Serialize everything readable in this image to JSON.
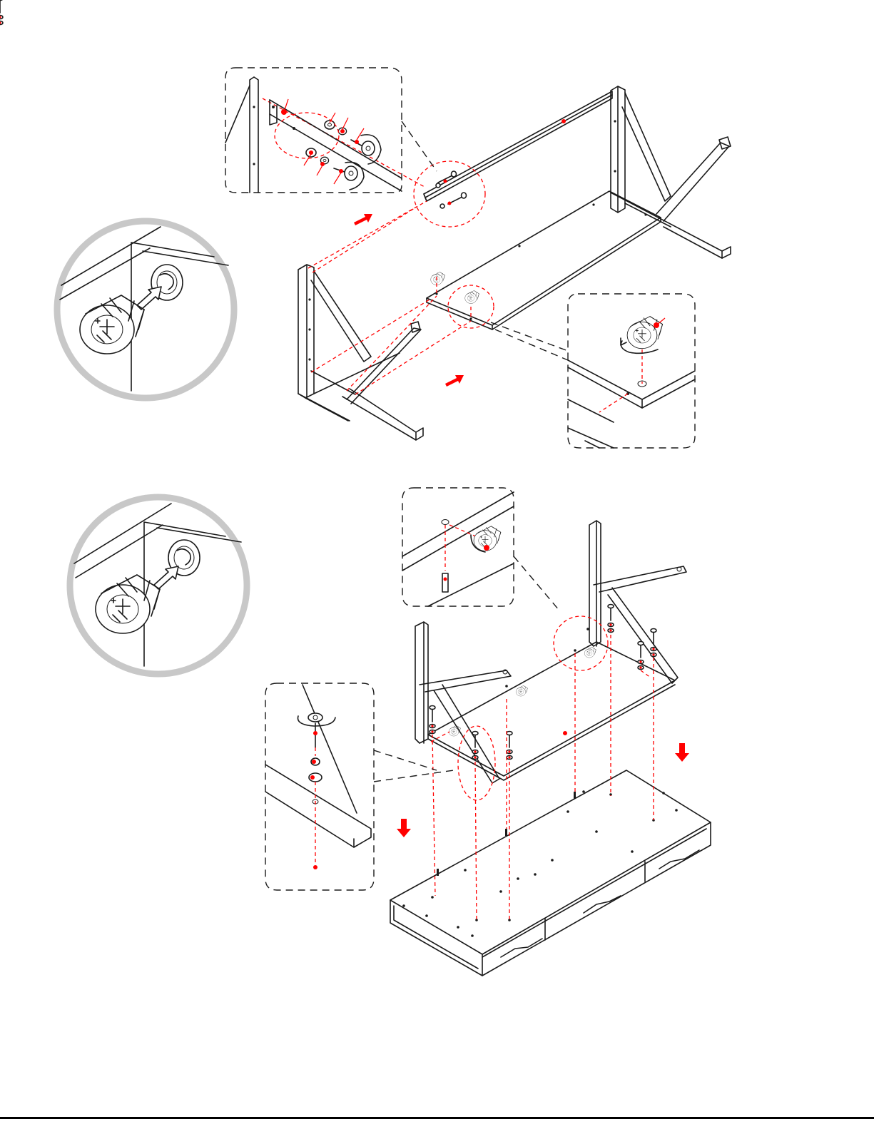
{
  "figure": {
    "kind": "assembly-instructions",
    "ink_color": "#1a1a1a",
    "accent_color": "#ff0000",
    "magnifier_ring_color": "#c8c8c8"
  },
  "steps": [
    {
      "components": [
        "left-frame",
        "right-frame",
        "front-rail",
        "back-panel",
        "cam-lock",
        "bolts",
        "washers"
      ],
      "callouts": [
        "rail-bolt-detail",
        "cam-lock-panel-detail"
      ],
      "magnifier": "cam-lock-insert",
      "direction_arrows": 2
    },
    {
      "components": [
        "frame-assembly",
        "desktop",
        "drawers",
        "bolts",
        "cam-lock"
      ],
      "callouts": [
        "cam-lock-detail",
        "screw-washer-detail"
      ],
      "magnifier": "cam-lock-insert",
      "direction_arrows": 2
    }
  ]
}
